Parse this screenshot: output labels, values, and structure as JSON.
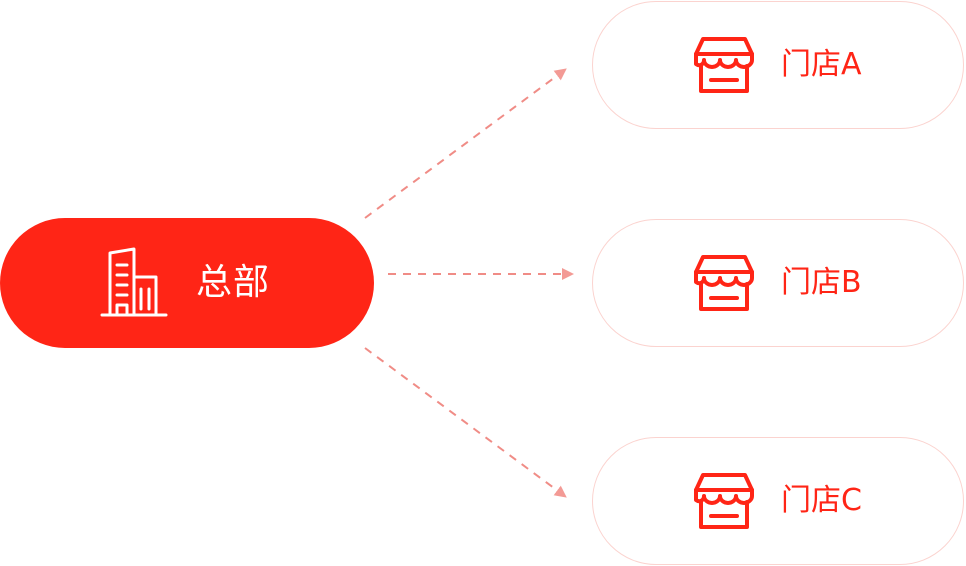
{
  "headquarters": {
    "label": "总部",
    "icon": "building-icon"
  },
  "stores": [
    {
      "label": "门店A",
      "icon": "storefront-icon"
    },
    {
      "label": "门店B",
      "icon": "storefront-icon"
    },
    {
      "label": "门店C",
      "icon": "storefront-icon"
    }
  ],
  "colors": {
    "primary": "#ff2516",
    "arrow": "#f08c86",
    "store_border": "#fbd3cf"
  }
}
